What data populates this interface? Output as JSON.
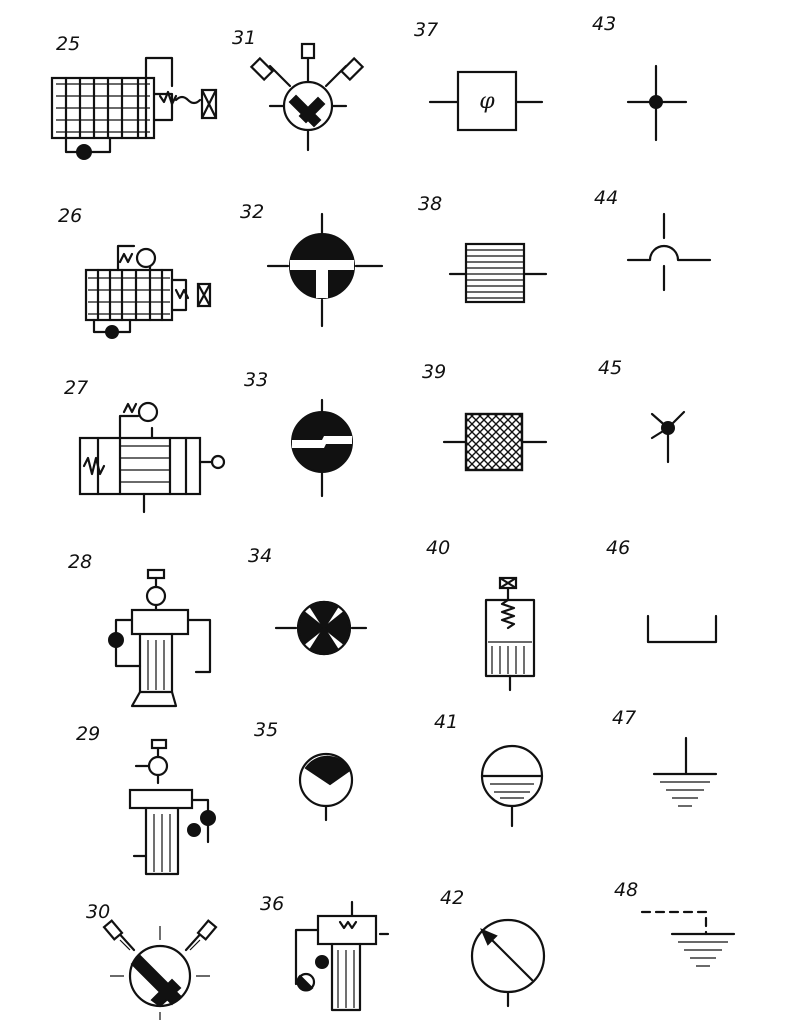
{
  "symbols": [
    {
      "number": "25",
      "icon": "hydraulic-pump-motor-assembly-icon"
    },
    {
      "number": "26",
      "icon": "hydraulic-pump-with-check-valve-icon"
    },
    {
      "number": "27",
      "icon": "hydraulic-cylinder-with-valve-icon"
    },
    {
      "number": "28",
      "icon": "pressure-regulator-assembly-icon"
    },
    {
      "number": "29",
      "icon": "pressure-regulator-assembly-alt-icon"
    },
    {
      "number": "30",
      "icon": "multi-port-rotary-valve-icon"
    },
    {
      "number": "31",
      "icon": "rotary-valve-with-actuators-icon"
    },
    {
      "number": "32",
      "icon": "three-way-rotary-valve-icon"
    },
    {
      "number": "33",
      "icon": "two-way-rotary-valve-icon"
    },
    {
      "number": "34",
      "icon": "butterfly-valve-icon"
    },
    {
      "number": "35",
      "icon": "check-ball-valve-icon"
    },
    {
      "number": "36",
      "icon": "valve-block-with-gauge-icon"
    },
    {
      "number": "37",
      "icon": "filter-box-icon",
      "label": "φ"
    },
    {
      "number": "38",
      "icon": "heat-exchanger-hatched-icon"
    },
    {
      "number": "39",
      "icon": "crosshatched-filter-icon"
    },
    {
      "number": "40",
      "icon": "spring-loaded-valve-icon"
    },
    {
      "number": "41",
      "icon": "liquid-tank-icon"
    },
    {
      "number": "42",
      "icon": "pressure-gauge-icon"
    },
    {
      "number": "43",
      "icon": "pipe-junction-icon"
    },
    {
      "number": "44",
      "icon": "pipe-crossing-bridge-icon"
    },
    {
      "number": "45",
      "icon": "multi-pipe-junction-icon"
    },
    {
      "number": "46",
      "icon": "open-reservoir-icon"
    },
    {
      "number": "47",
      "icon": "ground-drain-icon"
    },
    {
      "number": "48",
      "icon": "drain-with-dashed-line-icon"
    }
  ]
}
